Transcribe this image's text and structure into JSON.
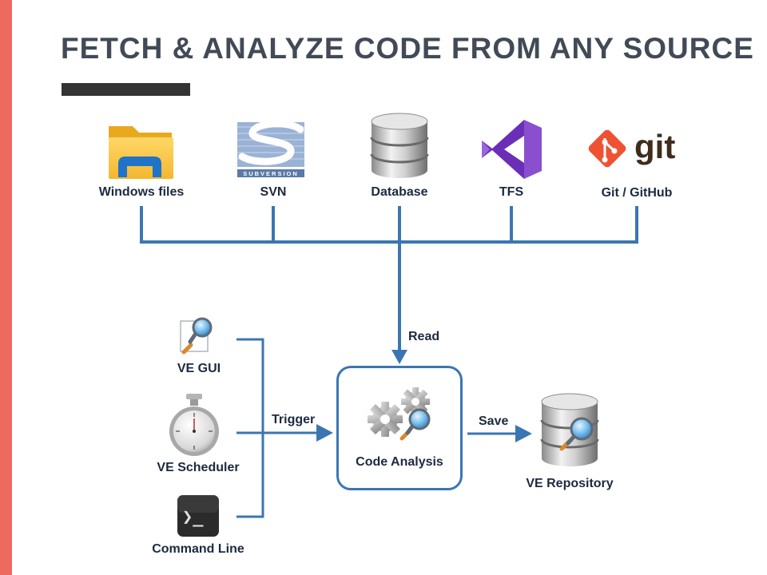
{
  "title": "FETCH & ANALYZE CODE FROM ANY SOURCE",
  "sources": [
    {
      "label": "Windows files",
      "icon": "windows-folder-icon"
    },
    {
      "label": "SVN",
      "icon": "subversion-logo-icon",
      "logo_text": "SUBVERSION"
    },
    {
      "label": "Database",
      "icon": "database-icon"
    },
    {
      "label": "TFS",
      "icon": "visual-studio-icon"
    },
    {
      "label": "Git / GitHub",
      "icon": "git-logo-icon",
      "logo_text": "git"
    }
  ],
  "triggers": [
    {
      "label": "VE GUI",
      "icon": "magnifier-document-icon"
    },
    {
      "label": "VE Scheduler",
      "icon": "stopwatch-icon"
    },
    {
      "label": "Command Line",
      "icon": "terminal-icon",
      "glyph": "❯_"
    }
  ],
  "edges": {
    "read": "Read",
    "trigger": "Trigger",
    "save": "Save"
  },
  "process": {
    "label": "Code Analysis",
    "icon": "gears-magnifier-icon"
  },
  "repository": {
    "label": "VE Repository",
    "icon": "database-magnifier-icon"
  },
  "colors": {
    "accent_bar": "#ee6a5e",
    "connector": "#3b76b3",
    "title": "#414a56",
    "label": "#1c2a3f"
  }
}
